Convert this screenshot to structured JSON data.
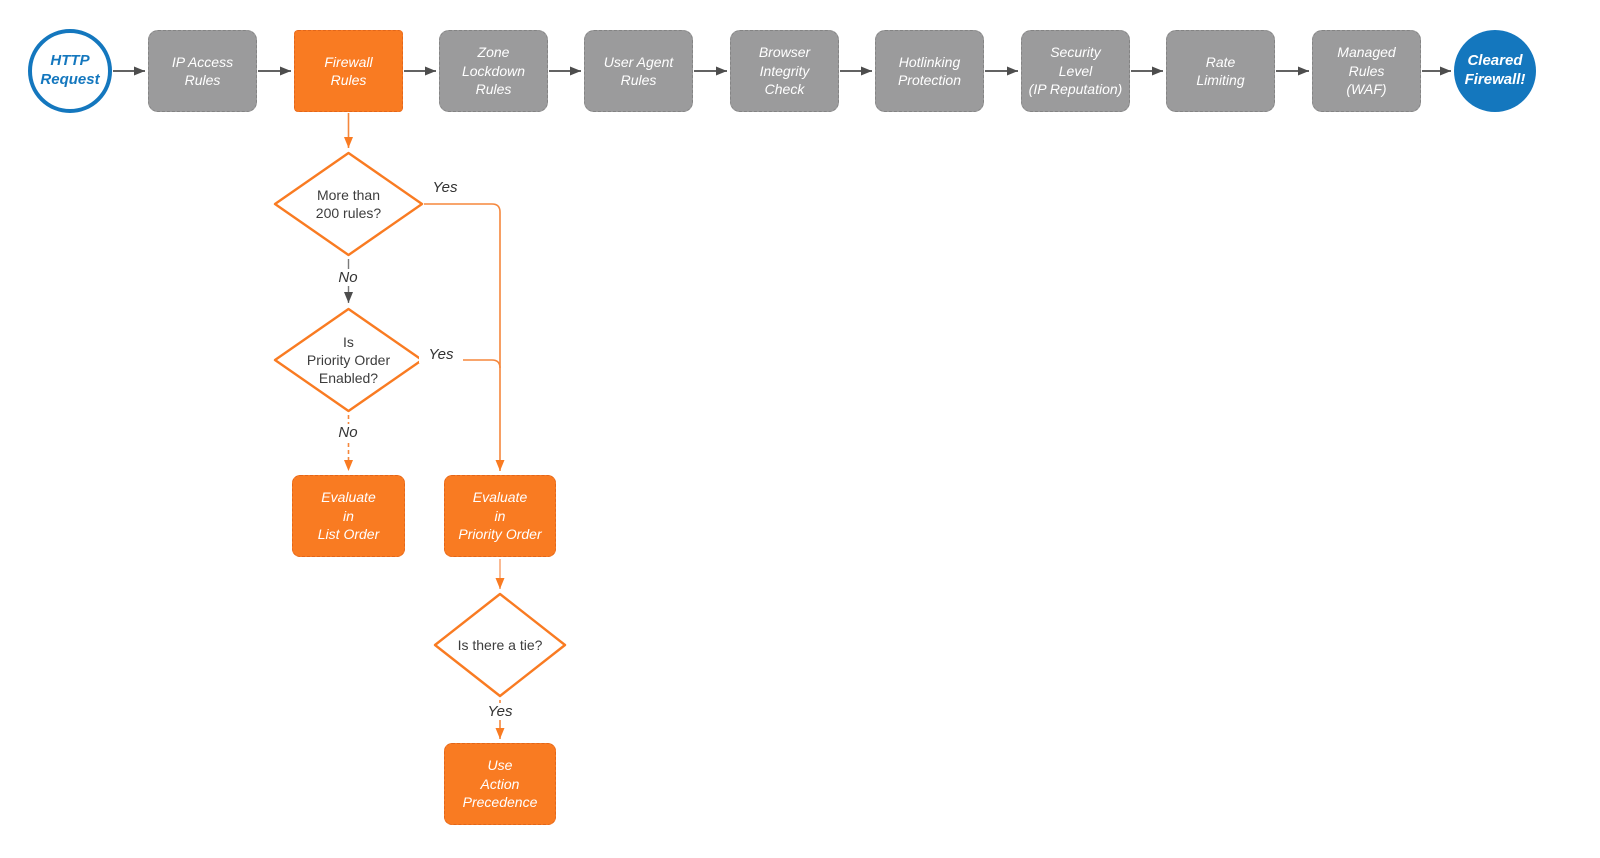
{
  "flowchart": {
    "pipeline": [
      {
        "label": "HTTP\nRequest",
        "type": "start"
      },
      {
        "label": "IP Access\nRules",
        "type": "step"
      },
      {
        "label": "Firewall\nRules",
        "type": "step-highlighted"
      },
      {
        "label": "Zone\nLockdown\nRules",
        "type": "step"
      },
      {
        "label": "User Agent\nRules",
        "type": "step"
      },
      {
        "label": "Browser\nIntegrity\nCheck",
        "type": "step"
      },
      {
        "label": "Hotlinking\nProtection",
        "type": "step"
      },
      {
        "label": "Security\nLevel\n(IP Reputation)",
        "type": "step"
      },
      {
        "label": "Rate\nLimiting",
        "type": "step"
      },
      {
        "label": "Managed\nRules\n(WAF)",
        "type": "step"
      },
      {
        "label": "Cleared\nFirewall!",
        "type": "end"
      }
    ],
    "decisions": [
      {
        "label": "More than\n200 rules?",
        "yes_label": "Yes",
        "no_label": "No"
      },
      {
        "label": "Is\nPriority Order\nEnabled?",
        "yes_label": "Yes",
        "no_label": "No"
      },
      {
        "label": "Is there a tie?",
        "yes_label": "Yes"
      }
    ],
    "processes": [
      {
        "label": "Evaluate\nin\nList Order"
      },
      {
        "label": "Evaluate\nin\nPriority Order"
      },
      {
        "label": "Use\nAction\nPrecedence"
      }
    ],
    "colors": {
      "accent_orange": "#F97B22",
      "accent_blue": "#1477BE",
      "node_gray": "#9B9B9C",
      "connector_dark_gray": "#4D4D4D",
      "connector_orange": "#F5873C"
    }
  }
}
